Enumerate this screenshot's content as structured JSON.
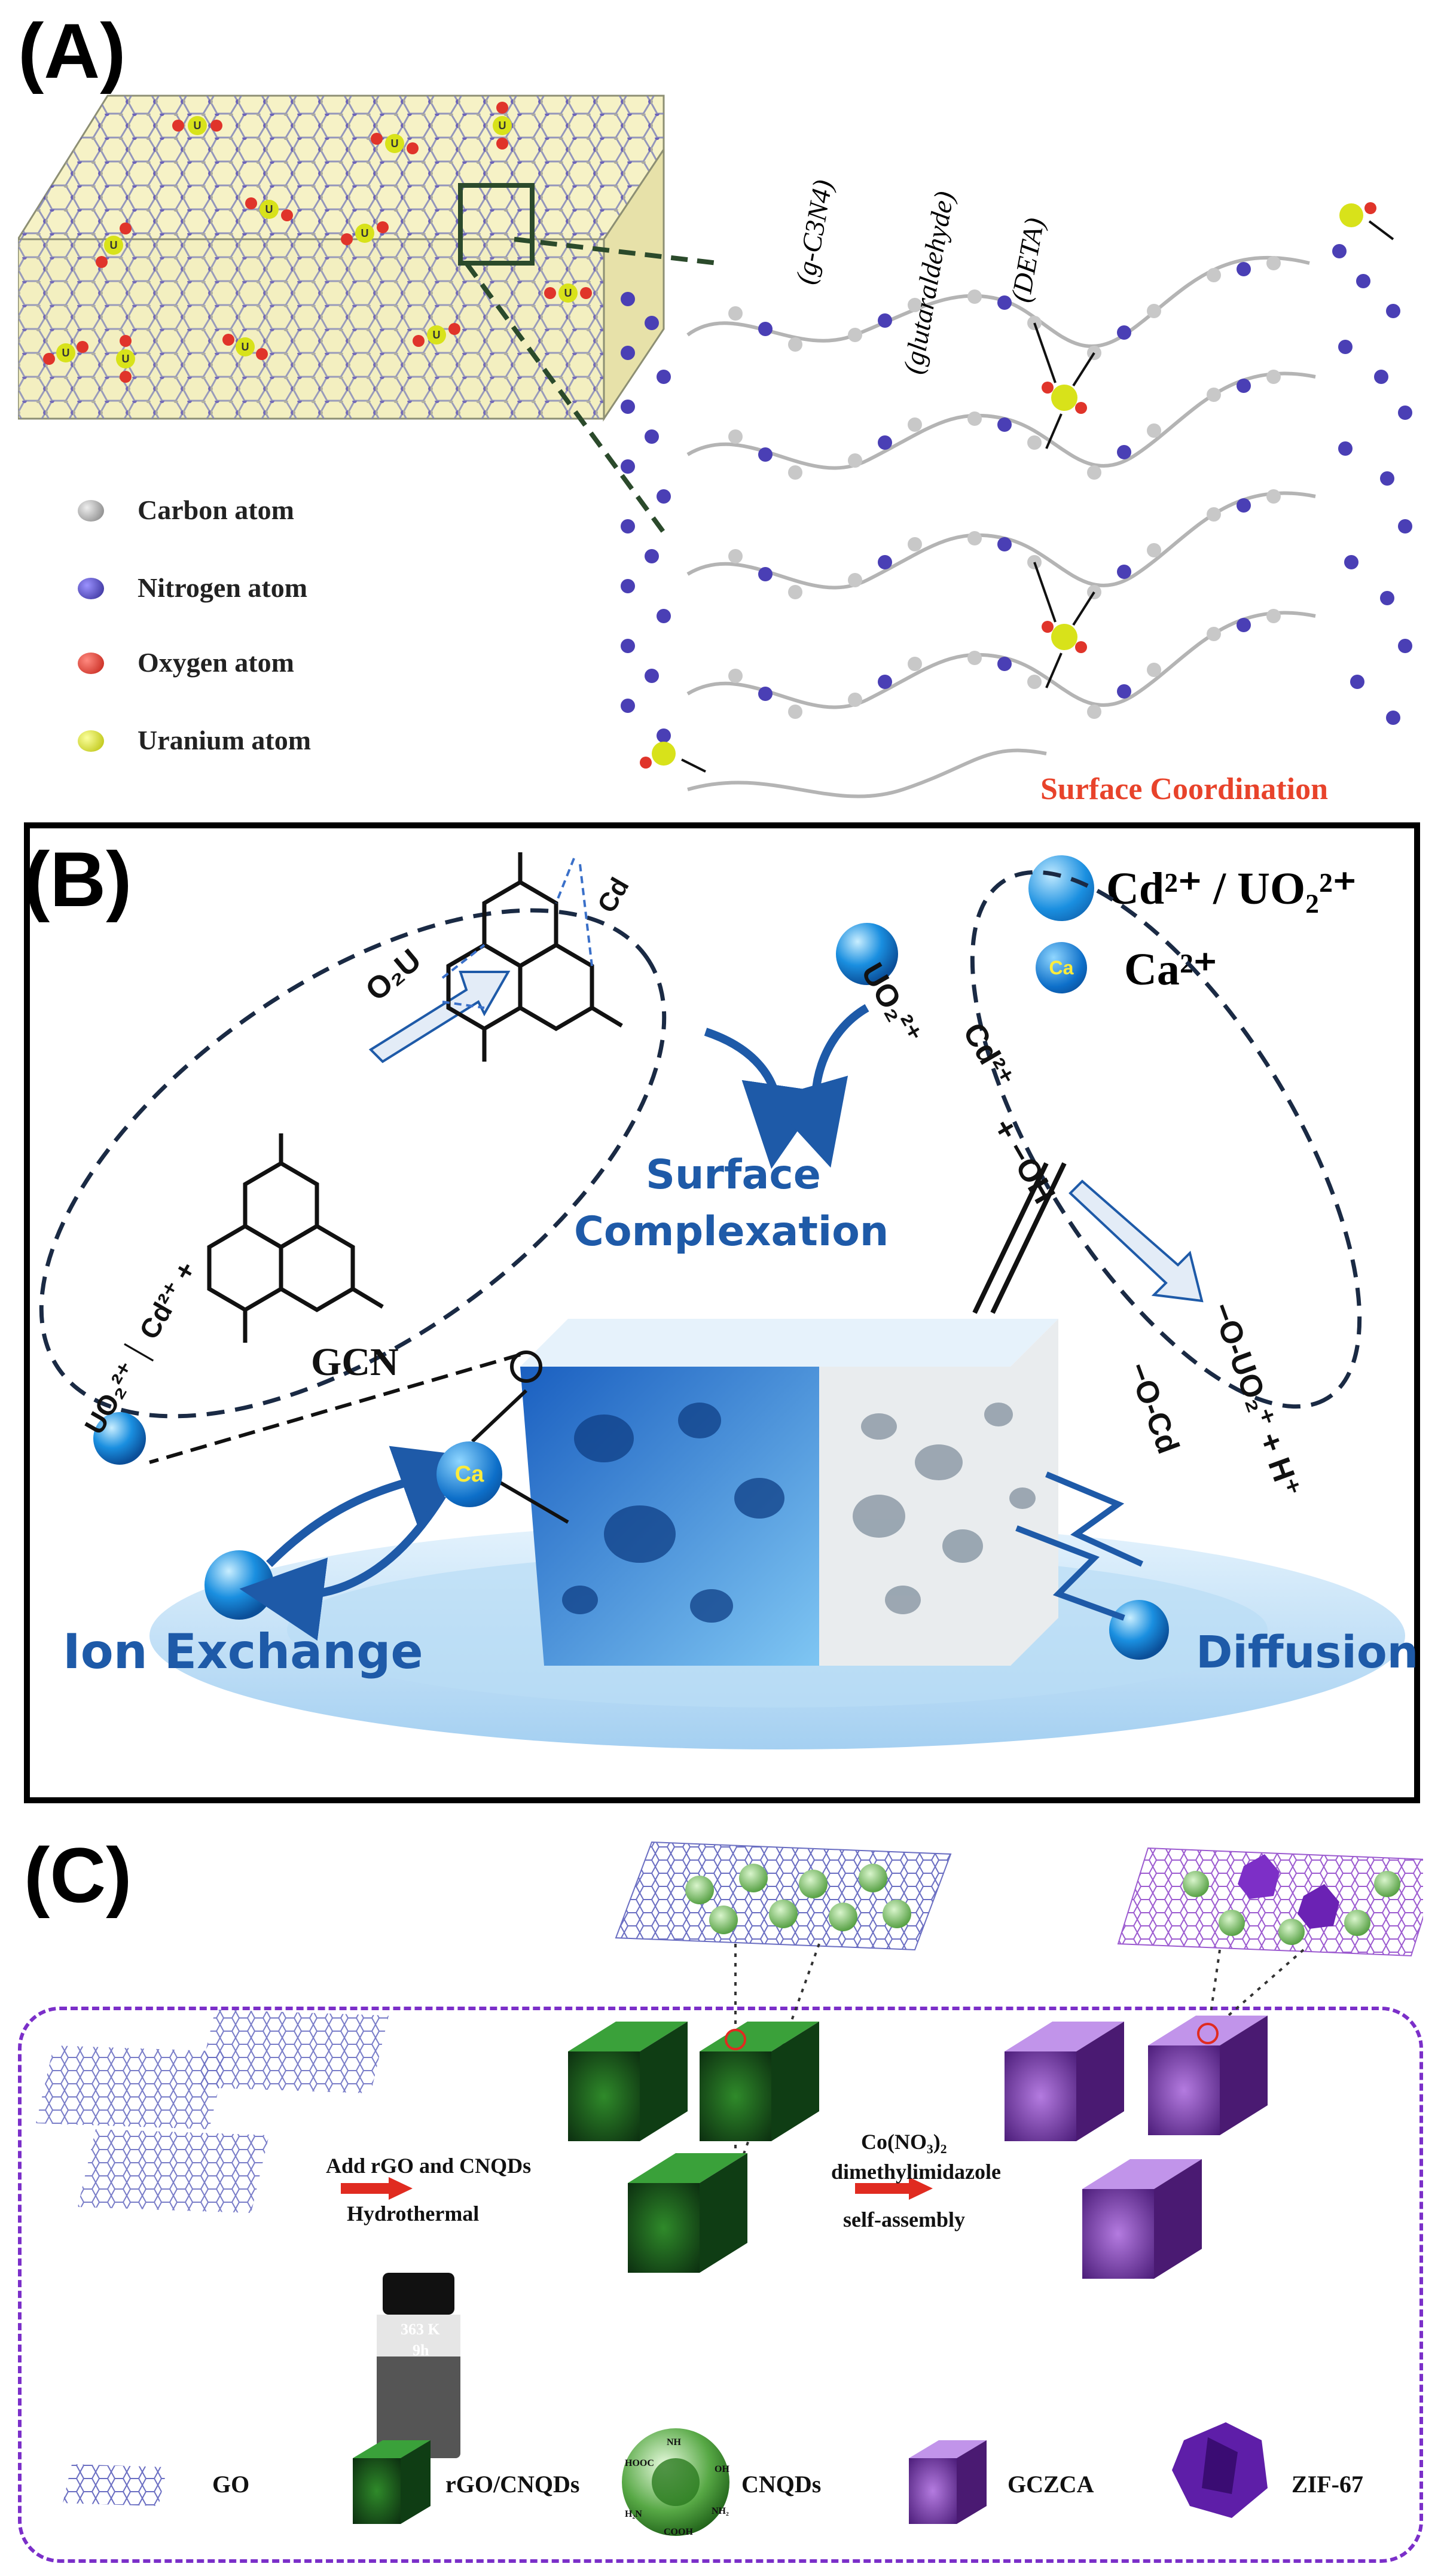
{
  "panelA": {
    "label": "(A)",
    "legend": [
      {
        "text": "Carbon atom",
        "color": "#9a9a9a"
      },
      {
        "text": "Nitrogen atom",
        "color": "#4a3fb5"
      },
      {
        "text": "Oxygen atom",
        "color": "#e0342a"
      },
      {
        "text": "Uranium atom",
        "color": "#d8e21a"
      }
    ],
    "segment_labels": [
      "(g-C3N4)",
      "(glutaraldehyde)",
      "(DETA)"
    ],
    "uranium_symbol": "U",
    "caption": "Surface Coordination",
    "caption_color": "#e8432b"
  },
  "panelB": {
    "label": "(B)",
    "legend": [
      {
        "text": "Cd²⁺ / UO₂²⁺"
      },
      {
        "text": "Ca²⁺",
        "badge": "Ca"
      }
    ],
    "gcn_label": "GCN",
    "o2u": "O₂U",
    "cd_top": "Cd",
    "ion_left": "UO₂²⁺ │ Cd²⁺ +",
    "ion_right_1": "UO₂²⁺",
    "ion_right_2": "Cd²⁺",
    "plus_oh": "+ −OH",
    "product_1": "−O-UO₂⁺ + H⁺",
    "product_2": "−O-Cd",
    "surface_line1": "Surface",
    "surface_line2": "Complexation",
    "ion_exchange": "Ion Exchange",
    "diffusion": "Diffusion",
    "ca_badge": "Ca",
    "blue": "#1e5aa8"
  },
  "panelC": {
    "label": "(C)",
    "step1_line1": "Add rGO and CNQDs",
    "step1_line2": "Hydrothermal",
    "vial_line1": "363 K",
    "vial_line2": "9h",
    "step2_line1": "Co(NO₃)₂",
    "step2_line2": "dimethylimidazole",
    "step2_line3": "self-assembly",
    "legend": [
      "GO",
      "rGO/CNQDs",
      "CNQDs",
      "GCZCA",
      "ZIF-67"
    ],
    "cnqd_groups": [
      "NH",
      "OH",
      "HOOC",
      "NH₂",
      "COOH",
      "H₂N"
    ],
    "border_color": "#7b2fc9"
  }
}
